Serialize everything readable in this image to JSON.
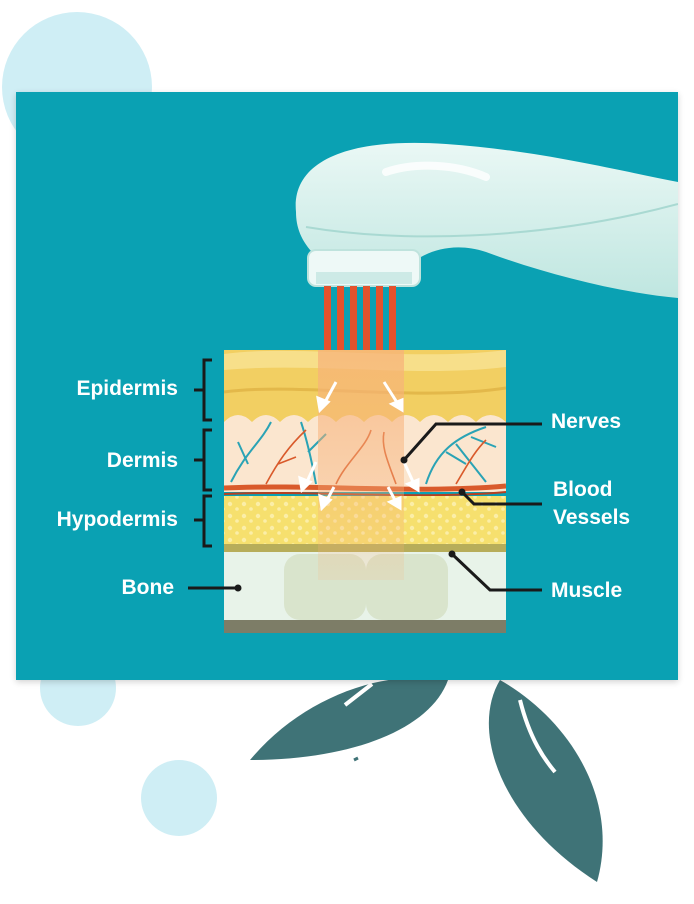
{
  "labels": {
    "epidermis": "Epidermis",
    "dermis": "Dermis",
    "hypodermis": "Hypodermis",
    "bone": "Bone",
    "nerves": "Nerves",
    "blood_vessels_line1": "Blood",
    "blood_vessels_line2": "Vessels",
    "muscle": "Muscle"
  },
  "colors": {
    "panel": "#0aa1b3",
    "deco_circle": "#cfeef5",
    "leaf": "#3f7377",
    "device": "#d8f1ee",
    "beam": "#e4522c",
    "epidermis": "#f2cf62",
    "dermis": "#fbe6cf",
    "hypodermis": "#f6e06e",
    "muscle_bone": "#e8f3e9",
    "vessel": "#d95a2b",
    "nerve": "#2aa3b5"
  }
}
